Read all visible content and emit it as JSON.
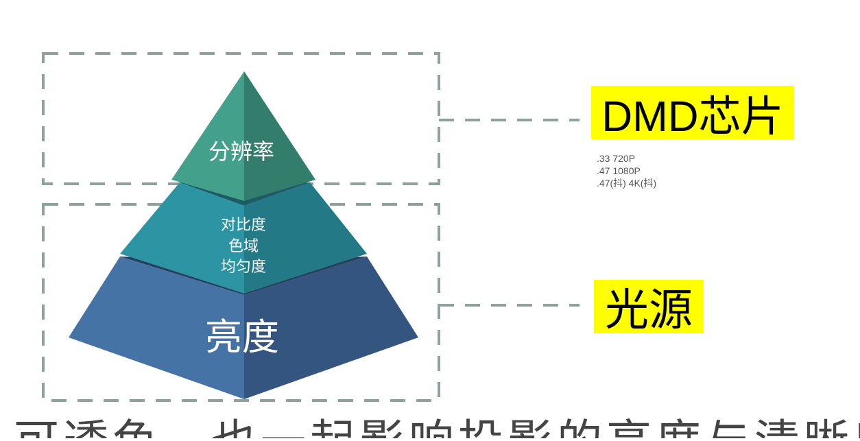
{
  "pyramid": {
    "tiers": [
      {
        "label": "分辨率"
      },
      {
        "lines": [
          "对比度",
          "色域",
          "均匀度"
        ]
      },
      {
        "label": "亮度"
      }
    ]
  },
  "callouts": {
    "dmd": "DMD芯片",
    "light": "光源"
  },
  "chip_specs": [
    ".33 720P",
    ".47 1080P",
    ".47(抖) 4K(抖)"
  ],
  "bottom_text": "可透色，也一起影响投影的亮度与清晰度",
  "colors": {
    "dash": "#8fa19d",
    "highlight": "#ffff00",
    "top_tier": "#3f9a85",
    "mid_tier": "#2a8a99",
    "bottom_tier": "#3e6594"
  }
}
